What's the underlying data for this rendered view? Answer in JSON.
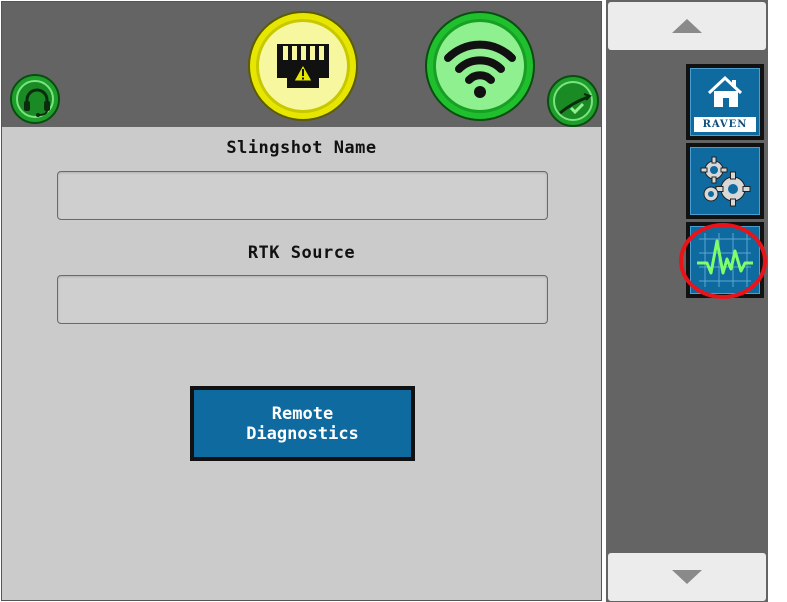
{
  "main": {
    "slingshot_label": "Slingshot Name",
    "slingshot_value": "",
    "rtk_label": "RTK Source",
    "rtk_value": "",
    "remote_diagnostics_label": "Remote\nDiagnostics"
  },
  "status_icons": {
    "headset": "headset-icon",
    "ethernet": "ethernet-warning-icon",
    "wifi": "wifi-icon",
    "gps": "gps-check-icon"
  },
  "sidebar": {
    "home_brand": "RAVEN",
    "home_icon": "home-icon",
    "settings_icon": "gears-icon",
    "diagnostics_icon": "pulse-icon"
  },
  "colors": {
    "panel_bg": "#cbcbcb",
    "top_bar_bg": "#646464",
    "button_blue": "#0f6aa0",
    "highlight_red": "#e8141a",
    "status_green": "#1fbf2e",
    "status_yellow": "#e6e600"
  }
}
